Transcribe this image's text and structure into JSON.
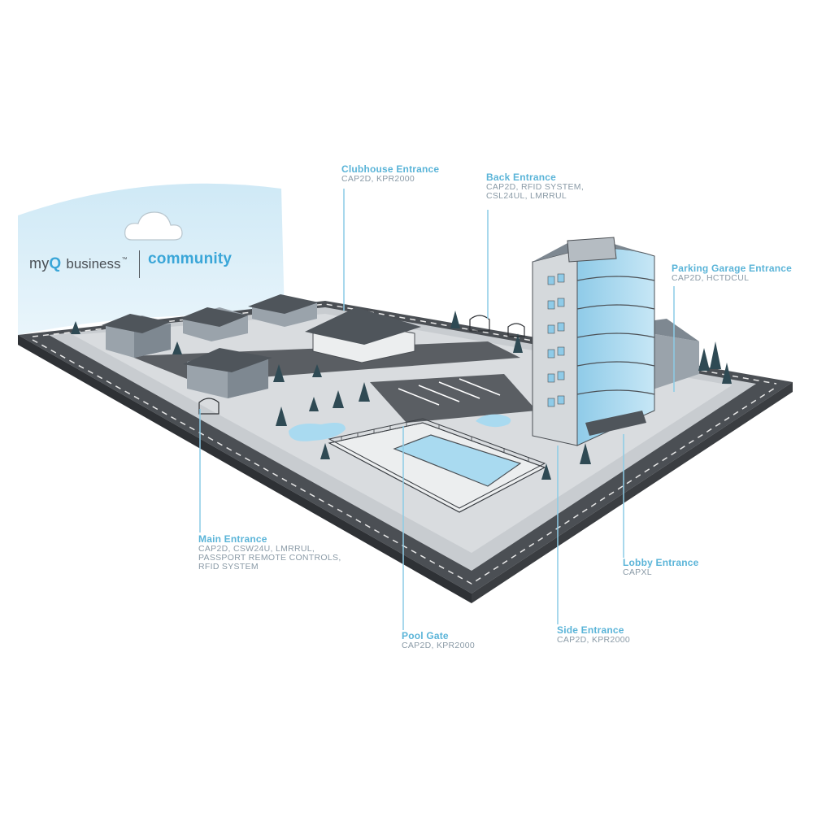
{
  "brand": {
    "logo_text": "myQ",
    "product": "business",
    "trademark": "™",
    "segment": "community"
  },
  "callouts": [
    {
      "id": "clubhouse",
      "title": "Clubhouse Entrance",
      "products": [
        "CAP2D, KPR2000"
      ]
    },
    {
      "id": "back",
      "title": "Back Entrance",
      "products": [
        "CAP2D, RFID SYSTEM,",
        "CSL24UL, LMRRUL"
      ]
    },
    {
      "id": "parking",
      "title": "Parking Garage Entrance",
      "products": [
        "CAP2D, HCTDCUL"
      ]
    },
    {
      "id": "main",
      "title": "Main Entrance",
      "products": [
        "CAP2D, CSW24U, LMRRUL,",
        "PASSPORT REMOTE CONTROLS,",
        "RFID SYSTEM"
      ]
    },
    {
      "id": "lobby",
      "title": "Lobby Entrance",
      "products": [
        "CAPXL"
      ]
    },
    {
      "id": "pool",
      "title": "Pool Gate",
      "products": [
        "CAP2D, KPR2000"
      ]
    },
    {
      "id": "side",
      "title": "Side Entrance",
      "products": [
        "CAP2D, KPR2000"
      ]
    }
  ],
  "colors": {
    "accent": "#5ab4d8",
    "label_gray": "#8a9aa6",
    "road": "#4b4f54",
    "ground": "#d9dcdf",
    "water": "#a9daf0",
    "tree": "#2f4a54"
  }
}
